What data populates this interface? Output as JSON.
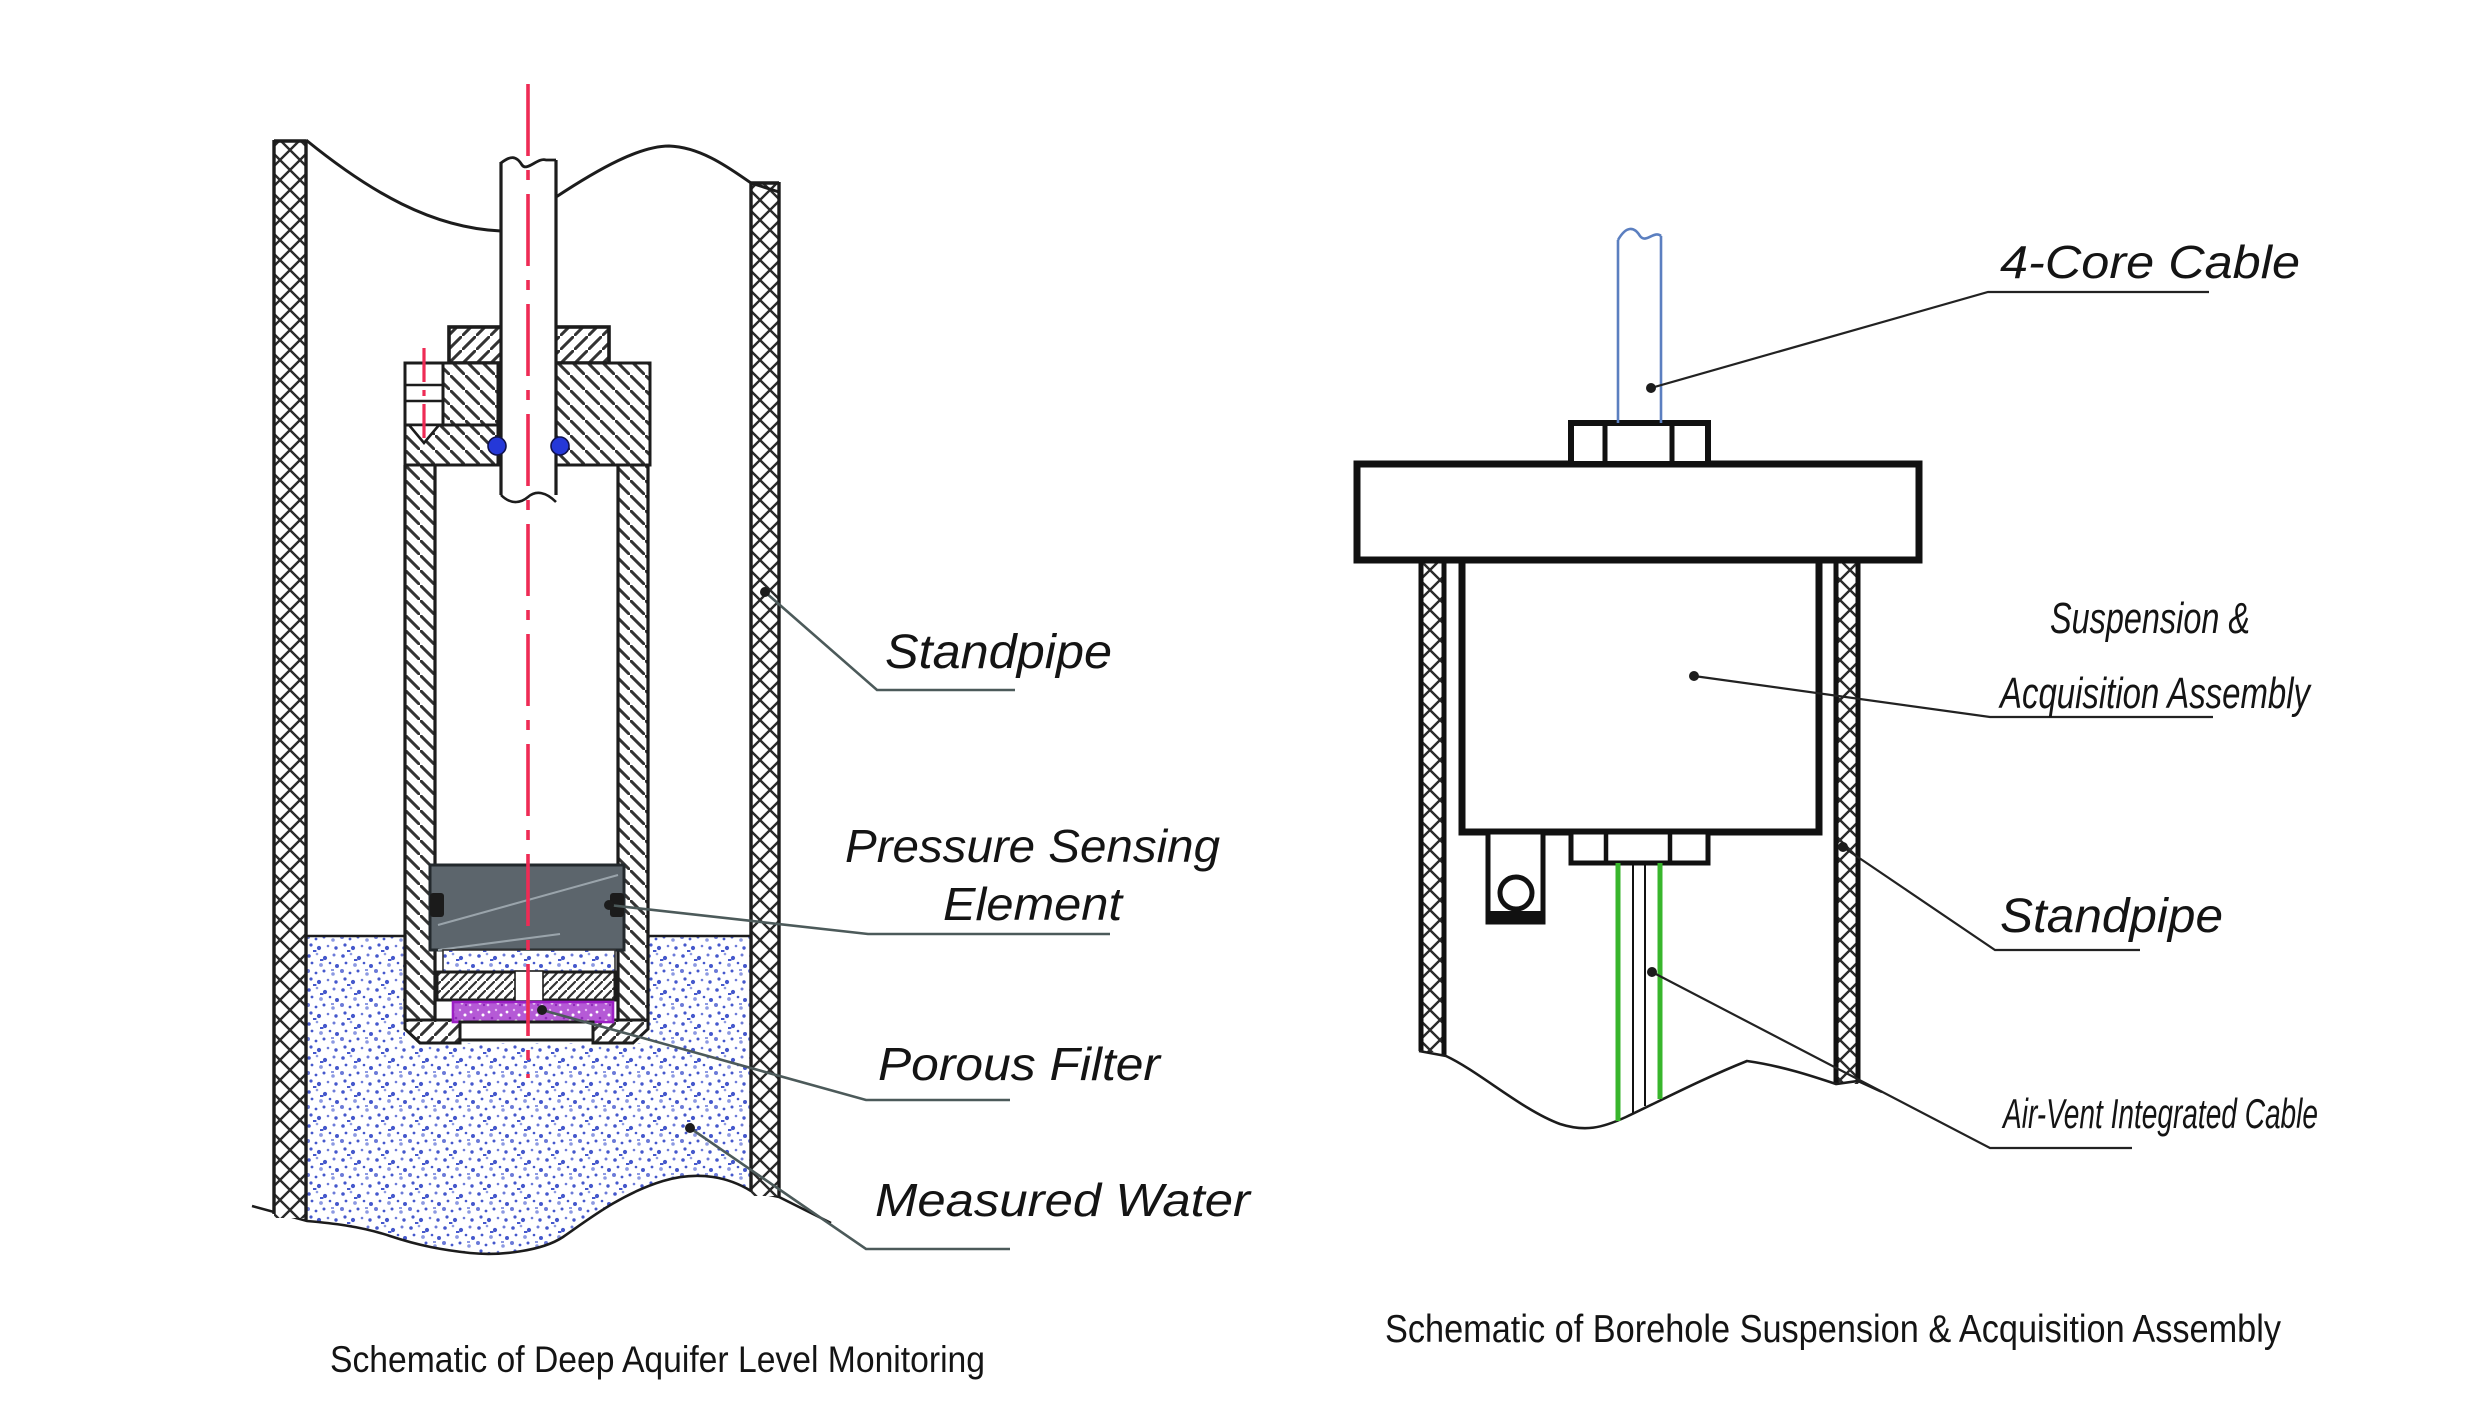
{
  "left": {
    "caption": "Schematic of Deep Aquifer Level Monitoring",
    "labels": {
      "standpipe": "Standpipe",
      "pse_line1": "Pressure Sensing",
      "pse_line2": "Element",
      "porous": "Porous Filter",
      "water": "Measured Water"
    }
  },
  "right": {
    "caption": "Schematic of Borehole Suspension & Acquisition Assembly",
    "labels": {
      "cable": "4-Core  Cable",
      "susp_line1": "Suspension &",
      "susp_line2": "Acquisition Assembly",
      "standpipe": "Standpipe",
      "airvent": "Air-Vent Integrated Cable"
    }
  },
  "colors": {
    "centerline_red": "#ee2b55",
    "oring_blue": "#2538d8",
    "cable_blue": "#5b7fc0",
    "cable_green": "#38b62c",
    "filter_purple": "#b55ad6",
    "water_blue": "#4558cc",
    "line_black": "#1c1c1c",
    "leader_gray": "#4c5a5a"
  }
}
